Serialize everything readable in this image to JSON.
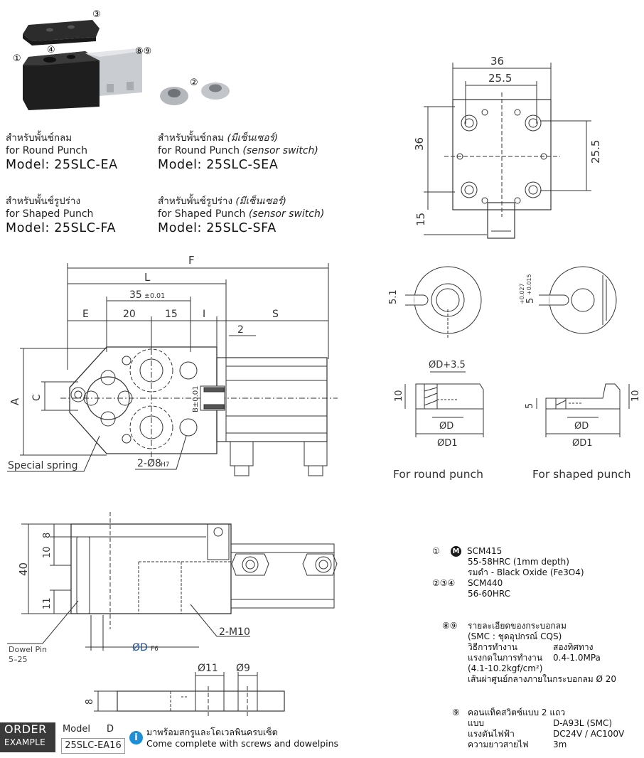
{
  "parts": {
    "n3": "③",
    "n1": "①",
    "n4": "④",
    "n89": "⑧⑨",
    "n2": "②"
  },
  "models": [
    {
      "th": "สำหรับพั้นช์กลม",
      "th_note": "",
      "en": "for Round Punch",
      "en_note": "",
      "model": "Model: 25SLC-EA"
    },
    {
      "th": "สำหรับพั้นช์กลม ",
      "th_note": "(มีเซ็นเซอร์)",
      "en": "for Round Punch ",
      "en_note": "(sensor switch)",
      "model": "Model: 25SLC-SEA"
    },
    {
      "th": "สำหรับพั้นช์รูปร่าง",
      "th_note": "",
      "en": "for Shaped Punch",
      "en_note": "",
      "model": "Model: 25SLC-FA"
    },
    {
      "th": "สำหรับพั้นช์รูปร่าง ",
      "th_note": "(มีเซ็นเซอร์)",
      "en": "for Shaped Punch ",
      "en_note": "(sensor switch)",
      "model": "Model: 25SLC-SFA"
    }
  ],
  "top_view": {
    "w_outer": "36",
    "w_inner": "25.5",
    "h_outer": "36",
    "h_inner": "25.5",
    "h_bottom": "15"
  },
  "main_view": {
    "F": "F",
    "L": "L",
    "pitch": "35",
    "pitch_tol": "±0.01",
    "E": "E",
    "d20": "20",
    "d15": "15",
    "I": "I",
    "S": "S",
    "d2": "2",
    "A": "A",
    "C": "C",
    "B": "B±0.01",
    "spring": "Special spring",
    "holes": "2-Ø8",
    "holes_tol": "H7"
  },
  "washers": {
    "round_slot": "5.1",
    "shaped_slot": "5",
    "shaped_tol_up": "+0.027",
    "shaped_tol_dn": "+0.015",
    "round_dtop": "ØD+3.5",
    "round_h": "10",
    "round_d": "ØD",
    "round_d1": "ØD1",
    "shaped_h_left": "5",
    "shaped_h_right": "10",
    "shaped_d": "ØD",
    "shaped_d1": "ØD1",
    "round_label": "For round punch",
    "shaped_label": "For shaped punch"
  },
  "side_view": {
    "d8": "8",
    "d10": "10",
    "d40": "40",
    "d11": "11",
    "dowel": "Dowel Pin",
    "dowel_range": "5–25",
    "df": "ØD",
    "df_tol": "F6",
    "m10": "2-M10"
  },
  "bottom_view": {
    "d11": "Ø11",
    "d9": "Ø9",
    "d8": "8"
  },
  "specs": {
    "m_icon": "M",
    "s1_num": "①",
    "s1_a": "SCM415",
    "s1_b": "55-58HRC (1mm depth)",
    "s1_c": "รมดำ - Black Oxide (Fe3O4)",
    "s2_num": "②③④",
    "s2_a": "SCM440",
    "s2_b": "56-60HRC",
    "s3_num": "⑧⑨",
    "s3_a": "รายละเอียดของกระบอกลม",
    "s3_b": "(SMC : ชุดอุปกรณ์ CQS)",
    "s3_rows": [
      [
        "วิธีการทำงาน",
        "สองทิศทาง"
      ],
      [
        "แรงกดในการทำงาน",
        "0.4-1.0MPa"
      ]
    ],
    "s3_c": "(4.1-10.2kgf/cm²)",
    "s3_d": "เส้นผ่าศูนย์กลางภายในกระบอกลม Ø 20",
    "s4_num": "⑨",
    "s4_a": "คอนแท็คสวิตซ์แบบ 2 แถว",
    "s4_rows": [
      [
        "แบบ",
        "D-A93L (SMC)"
      ],
      [
        "แรงดันไฟฟ้า",
        "DC24V / AC100V"
      ],
      [
        "ความยาวสายไฟ",
        "3m"
      ]
    ]
  },
  "order": {
    "title": "ORDER",
    "sub": "EXAMPLE",
    "model_label": "Model",
    "d_label": "D",
    "code": "25SLC-EA16",
    "info_icon": "i",
    "note_th": "มาพร้อมสกรูและโดเวลพินครบเซ็ต",
    "note_en": "Come complete with screws and dowelpins"
  }
}
